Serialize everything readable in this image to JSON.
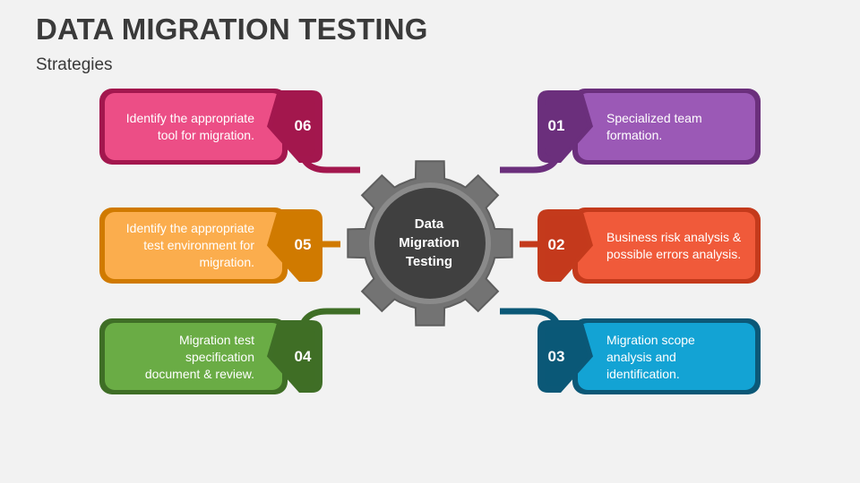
{
  "title": "DATA MIGRATION TESTING",
  "subtitle": "Strategies",
  "center": {
    "lines": [
      "Data",
      "Migration",
      "Testing"
    ],
    "gear_color": "#737373",
    "core_color": "#404040"
  },
  "steps": [
    {
      "number": "01",
      "lines": [
        "Specialized team",
        "formation."
      ],
      "color": "#9b59b6",
      "dark": "#6b2f7c"
    },
    {
      "number": "02",
      "lines": [
        "Business risk analysis &",
        "possible errors analysis."
      ],
      "color": "#f05a3a",
      "dark": "#c43a1c"
    },
    {
      "number": "03",
      "lines": [
        "Migration scope",
        "analysis and",
        "identification."
      ],
      "color": "#13a3d4",
      "dark": "#0b5877"
    },
    {
      "number": "04",
      "lines": [
        "Migration test",
        "specification",
        "document & review."
      ],
      "color": "#6aac45",
      "dark": "#3f6e26"
    },
    {
      "number": "05",
      "lines": [
        "Identify the appropriate",
        "test environment for",
        "migration."
      ],
      "color": "#fbad4d",
      "dark": "#d07a00"
    },
    {
      "number": "06",
      "lines": [
        "Identify the appropriate",
        "tool for migration."
      ],
      "color": "#ec4e86",
      "dark": "#a3174e"
    }
  ]
}
